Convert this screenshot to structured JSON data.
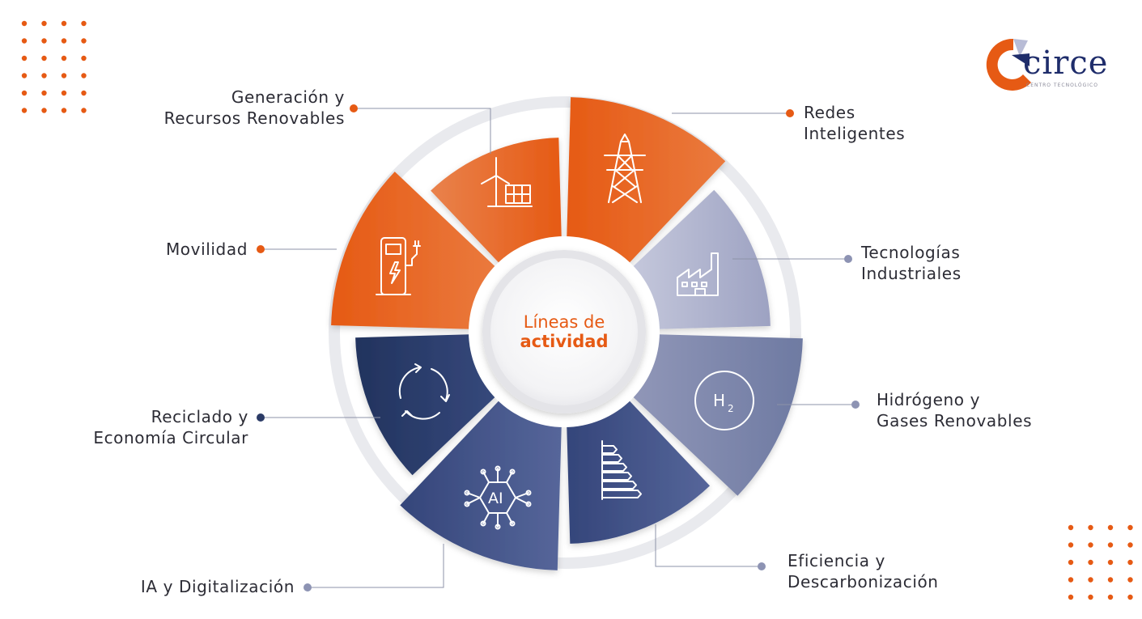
{
  "center": {
    "line1": "Líneas de",
    "line2": "actividad"
  },
  "logo": {
    "name": "circe",
    "tagline": "CENTRO TECNOLÓGICO"
  },
  "colors": {
    "orange": "#e65a14",
    "orange_light": "#e7814f",
    "lavender": "#a9adc8",
    "slate": "#7480a6",
    "navy": "#2b3b66",
    "navy_mid": "#3f5081",
    "ring": "#e9eaee",
    "text": "#2c2c35"
  },
  "sectors": [
    {
      "id": "generacion",
      "label_lines": [
        "Generación y",
        "Recursos Renovables"
      ],
      "icon": "wind-solar-icon",
      "color_key": "orange_light"
    },
    {
      "id": "redes",
      "label_lines": [
        "Redes",
        "Inteligentes"
      ],
      "icon": "power-tower-icon",
      "color_key": "orange"
    },
    {
      "id": "tecnologias",
      "label_lines": [
        "Tecnologías",
        "Industriales"
      ],
      "icon": "factory-icon",
      "color_key": "lavender"
    },
    {
      "id": "hidrogeno",
      "label_lines": [
        "Hidrógeno y",
        "Gases Renovables"
      ],
      "icon": "h2-icon",
      "icon_text": "H2",
      "color_key": "slate"
    },
    {
      "id": "eficiencia",
      "label_lines": [
        "Eficiencia y",
        "Descarbonización"
      ],
      "icon": "energy-rating-icon",
      "color_key": "navy_mid"
    },
    {
      "id": "ia",
      "label_lines": [
        "IA y Digitalización"
      ],
      "icon": "ai-chip-icon",
      "icon_text": "AI",
      "color_key": "navy_mid"
    },
    {
      "id": "reciclado",
      "label_lines": [
        "Reciclado y",
        "Economía Circular"
      ],
      "icon": "recycle-arrows-icon",
      "color_key": "navy"
    },
    {
      "id": "movilidad",
      "label_lines": [
        "Movilidad"
      ],
      "icon": "ev-charger-icon",
      "color_key": "orange"
    }
  ]
}
